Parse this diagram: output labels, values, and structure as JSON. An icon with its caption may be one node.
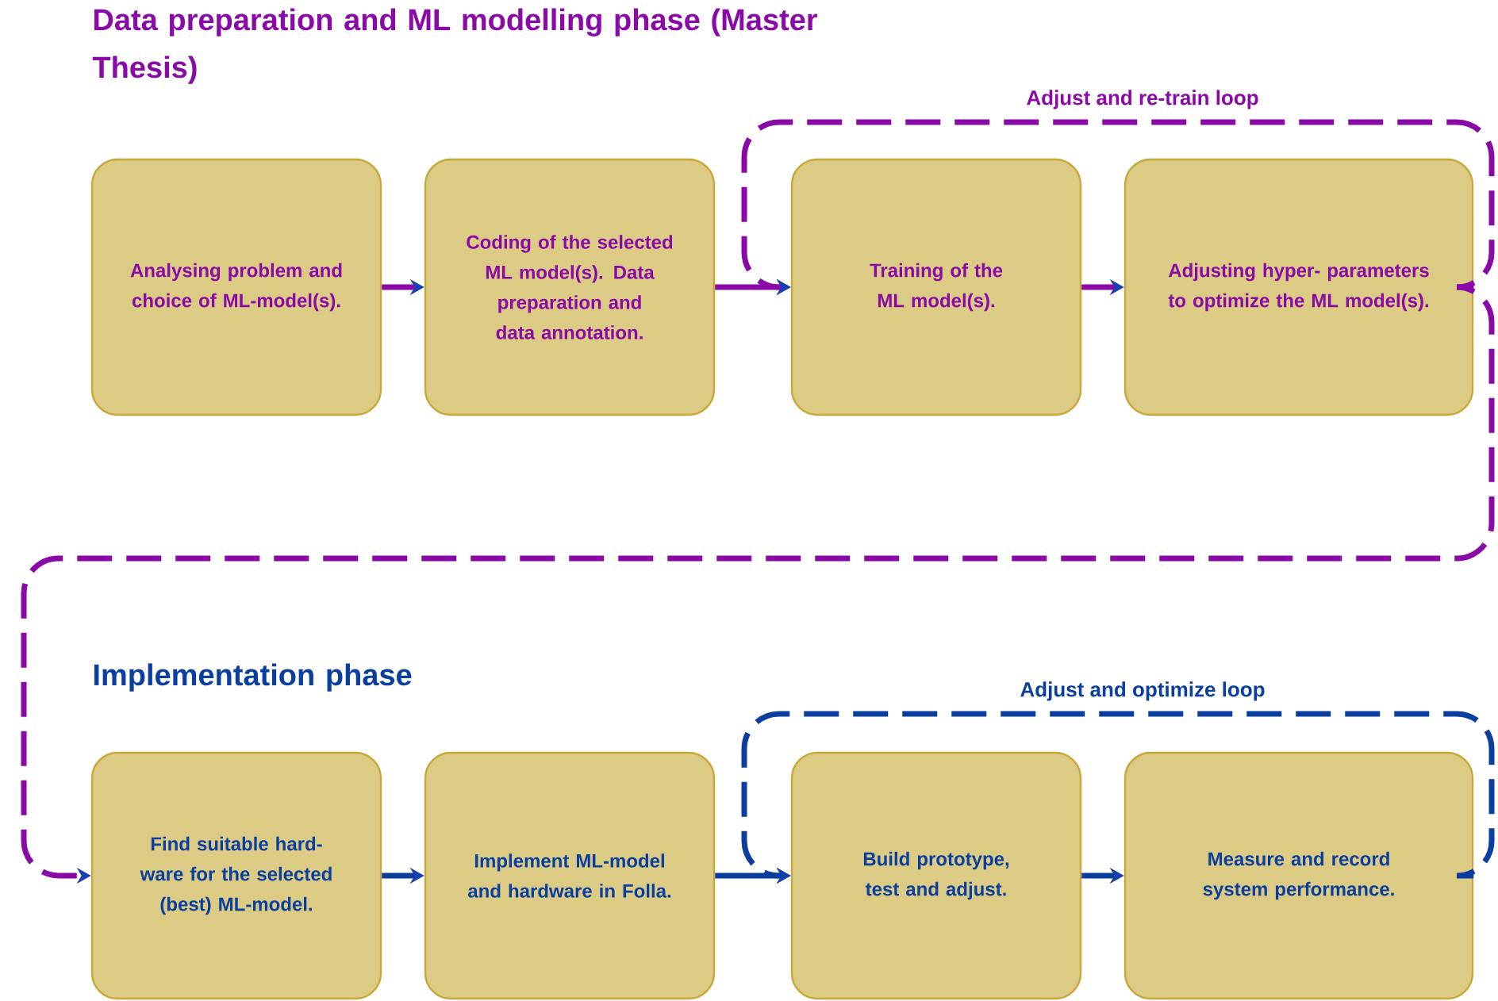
{
  "diagram": {
    "nodes": [
      {
        "text": [
          "Analysing problem and choice of ML-model(s)."
        ]
      },
      {
        "text": [
          "Coding of the selected ML model(s). Data preparation and data annotation."
        ]
      },
      {
        "text": [
          "Training of the ML model(s)."
        ]
      },
      {
        "text": [
          "Adjusting hyper- parameters to optimize the ML model(s)."
        ]
      },
      {
        "text": [
          "Find suitable hard- ware for the selected (best) ML-model."
        ]
      },
      {
        "text": [
          "Implement ML-model and hardware in Folla."
        ]
      },
      {
        "text": [
          "Build prototype, test and adjust."
        ]
      },
      {
        "text": [
          "Measure and record system performance."
        ]
      }
    ],
    "edges": [
      {
        "from": 0,
        "to": 1,
        "arrow": "to"
      },
      {
        "from": 1,
        "to": 2,
        "arrow": "to"
      },
      {
        "from": 2,
        "to": 3,
        "arrow": "to"
      },
      {
        "from": 3,
        "to": 2,
        "arrow": "to",
        "style": "dashed",
        "label": "Adjust and re-train loop"
      },
      {
        "from": 3,
        "to": 4,
        "arrow": "to",
        "style": "dashed"
      },
      {
        "from": 4,
        "to": 5,
        "arrow": "to",
        "color": "#0a3fa0"
      },
      {
        "from": 5,
        "to": 6,
        "arrow": "to",
        "color": "#0a3fa0"
      },
      {
        "from": 6,
        "to": 7,
        "arrow": "to",
        "color": "#0a3fa0"
      },
      {
        "from": 7,
        "to": 6,
        "arrow": "to",
        "style": "dashed",
        "color": "#0a3fa0",
        "label": "Adjust and optimize loop"
      }
    ],
    "labels": [
      "Data preparation and ML modelling phase (Master Thesis)",
      "Implementation phase"
    ]
  }
}
